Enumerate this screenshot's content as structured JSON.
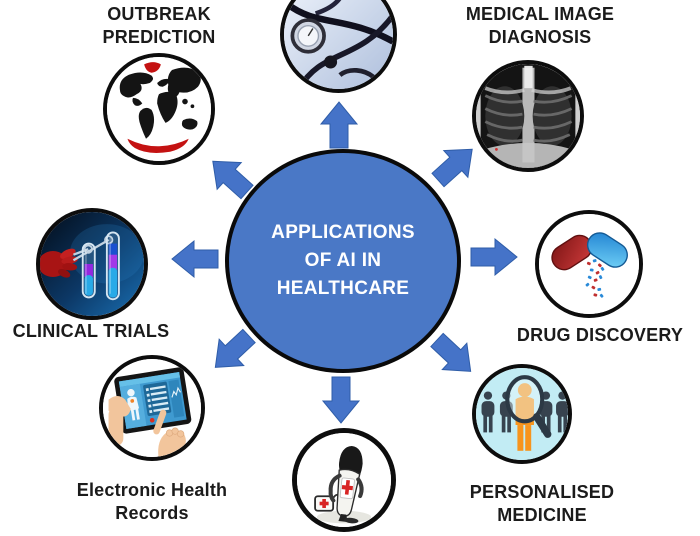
{
  "center": {
    "label": "APPLICATIONS OF AI IN HEALTHCARE",
    "lines": [
      "APPLICATIONS",
      "OF AI IN",
      "HEALTHCARE"
    ]
  },
  "colors": {
    "center_fill": "#4a78c6",
    "center_text": "#ffffff",
    "arrow": "#4573c8",
    "arrow_outline": "#2f5da8",
    "circle_outline": "#0d0d0d",
    "label_text": "#1b1b1b",
    "personalised_bg": "#c2ecf4",
    "highlight_orange": "#f7941d",
    "medical_red": "#d82424"
  },
  "arrows": [
    "up",
    "up-right",
    "right",
    "down-right",
    "down",
    "down-left",
    "left",
    "up-left"
  ],
  "nodes": {
    "outbreak_prediction": {
      "label": "OUTBREAK PREDICTION",
      "icon": "world-map-icon",
      "label_position": "above"
    },
    "stethoscope": {
      "icon": "stethoscope-icon"
    },
    "medical_image_diagnosis": {
      "label": "MEDICAL IMAGE DIAGNOSIS",
      "icon": "chest-xray-icon",
      "label_position": "above"
    },
    "clinical_trials": {
      "label": "CLINICAL TRIALS",
      "icon": "test-tubes-icon",
      "label_position": "below"
    },
    "drug_discovery": {
      "label": "DRUG DISCOVERY",
      "icon": "capsule-icon",
      "label_position": "below"
    },
    "electronic_health_records": {
      "label": "Electronic Health Records",
      "icon": "tablet-records-icon",
      "label_position": "below"
    },
    "medical_robot": {
      "icon": "medical-robot-icon"
    },
    "personalised_medicine": {
      "label": "PERSONALISED MEDICINE",
      "icon": "patient-selection-icon",
      "label_position": "below"
    }
  }
}
